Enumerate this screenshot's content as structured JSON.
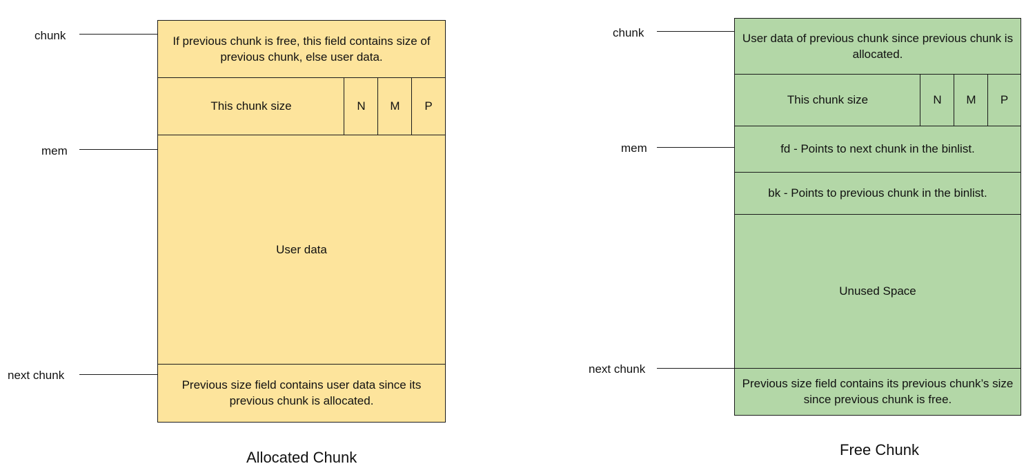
{
  "allocated": {
    "caption": "Allocated Chunk",
    "pointers": {
      "chunk": "chunk",
      "mem": "mem",
      "next_chunk": "next chunk"
    },
    "prev_size_text": "If previous chunk is free, this field contains size of previous chunk, else user data.",
    "size_text": "This chunk size",
    "flags": [
      "N",
      "M",
      "P"
    ],
    "user_data_text": "User data",
    "next_prev_size_text": "Previous size field contains user data since its previous chunk is allocated."
  },
  "free": {
    "caption": "Free Chunk",
    "pointers": {
      "chunk": "chunk",
      "mem": "mem",
      "next_chunk": "next chunk"
    },
    "prev_size_text": "User data of previous chunk since previous chunk is allocated.",
    "size_text": "This chunk size",
    "flags": [
      "N",
      "M",
      "P"
    ],
    "fd_text": "fd - Points to next chunk in the binlist.",
    "bk_text": "bk - Points to previous chunk in the binlist.",
    "unused_text": "Unused Space",
    "next_prev_size_text": "Previous size field contains its previous chunk’s size since previous chunk is free."
  },
  "colors": {
    "allocated_fill": "#fde49c",
    "free_fill": "#b3d7a7",
    "border": "#1a1a1a"
  }
}
